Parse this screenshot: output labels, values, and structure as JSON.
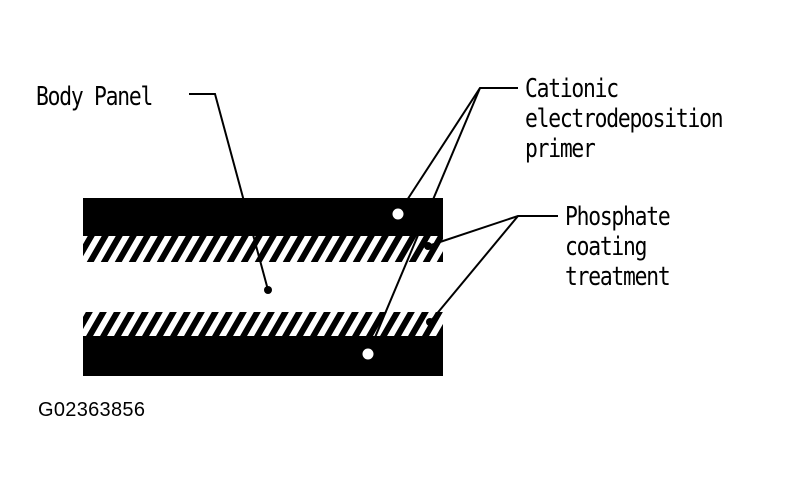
{
  "labels": {
    "body_panel": "Body Panel",
    "cationic": "Cationic\nelectrodeposition\nprimer",
    "phosphate": "Phosphate\ncoating\ntreatment"
  },
  "figure_code": "G02363856",
  "colors": {
    "ink": "#000000",
    "paper": "#ffffff"
  }
}
